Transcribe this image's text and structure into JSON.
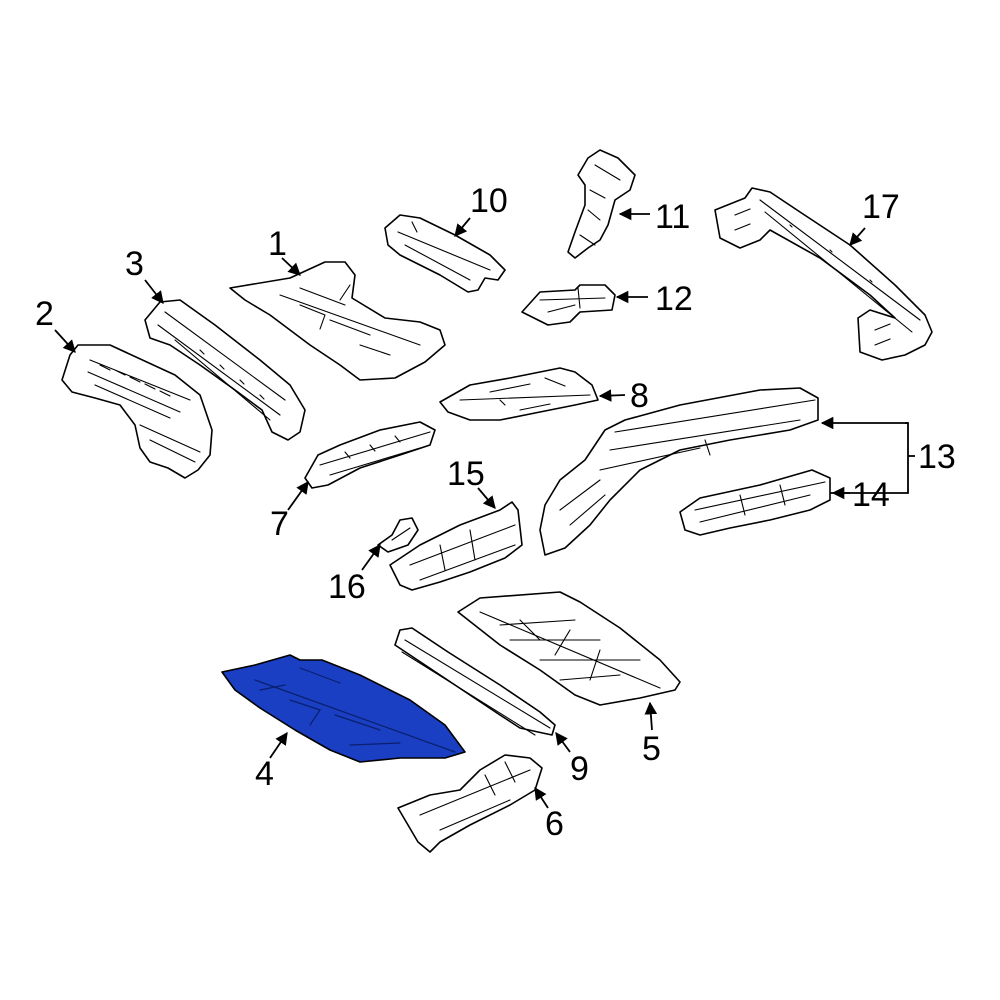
{
  "highlighted_part": "4",
  "highlight_color": "#1a3fc2",
  "callouts": {
    "c1": "1",
    "c2": "2",
    "c3": "3",
    "c4": "4",
    "c5": "5",
    "c6": "6",
    "c7": "7",
    "c8": "8",
    "c9": "9",
    "c10": "10",
    "c11": "11",
    "c12": "12",
    "c13": "13",
    "c14": "14",
    "c15": "15",
    "c16": "16",
    "c17": "17"
  }
}
